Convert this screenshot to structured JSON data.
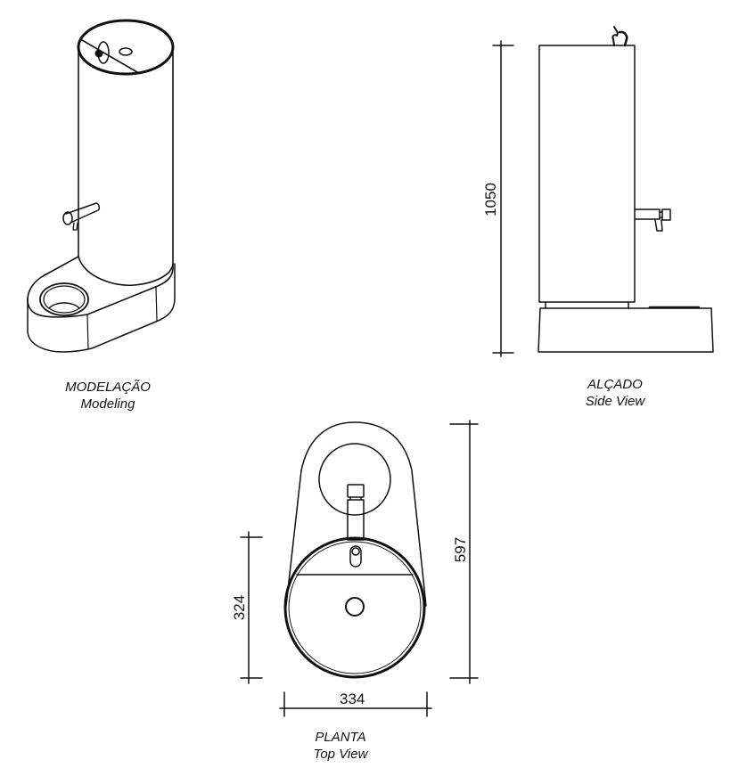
{
  "views": {
    "modeling": {
      "title_pt": "MODELAÇÃO",
      "title_en": "Modeling"
    },
    "side": {
      "title_pt": "ALÇADO",
      "title_en": "Side View"
    },
    "top": {
      "title_pt": "PLANTA",
      "title_en": "Top View"
    }
  },
  "dimensions": {
    "height": "1050",
    "total_depth": "597",
    "column_depth": "324",
    "width": "334"
  },
  "colors": {
    "line": "#111111",
    "background": "#ffffff"
  }
}
